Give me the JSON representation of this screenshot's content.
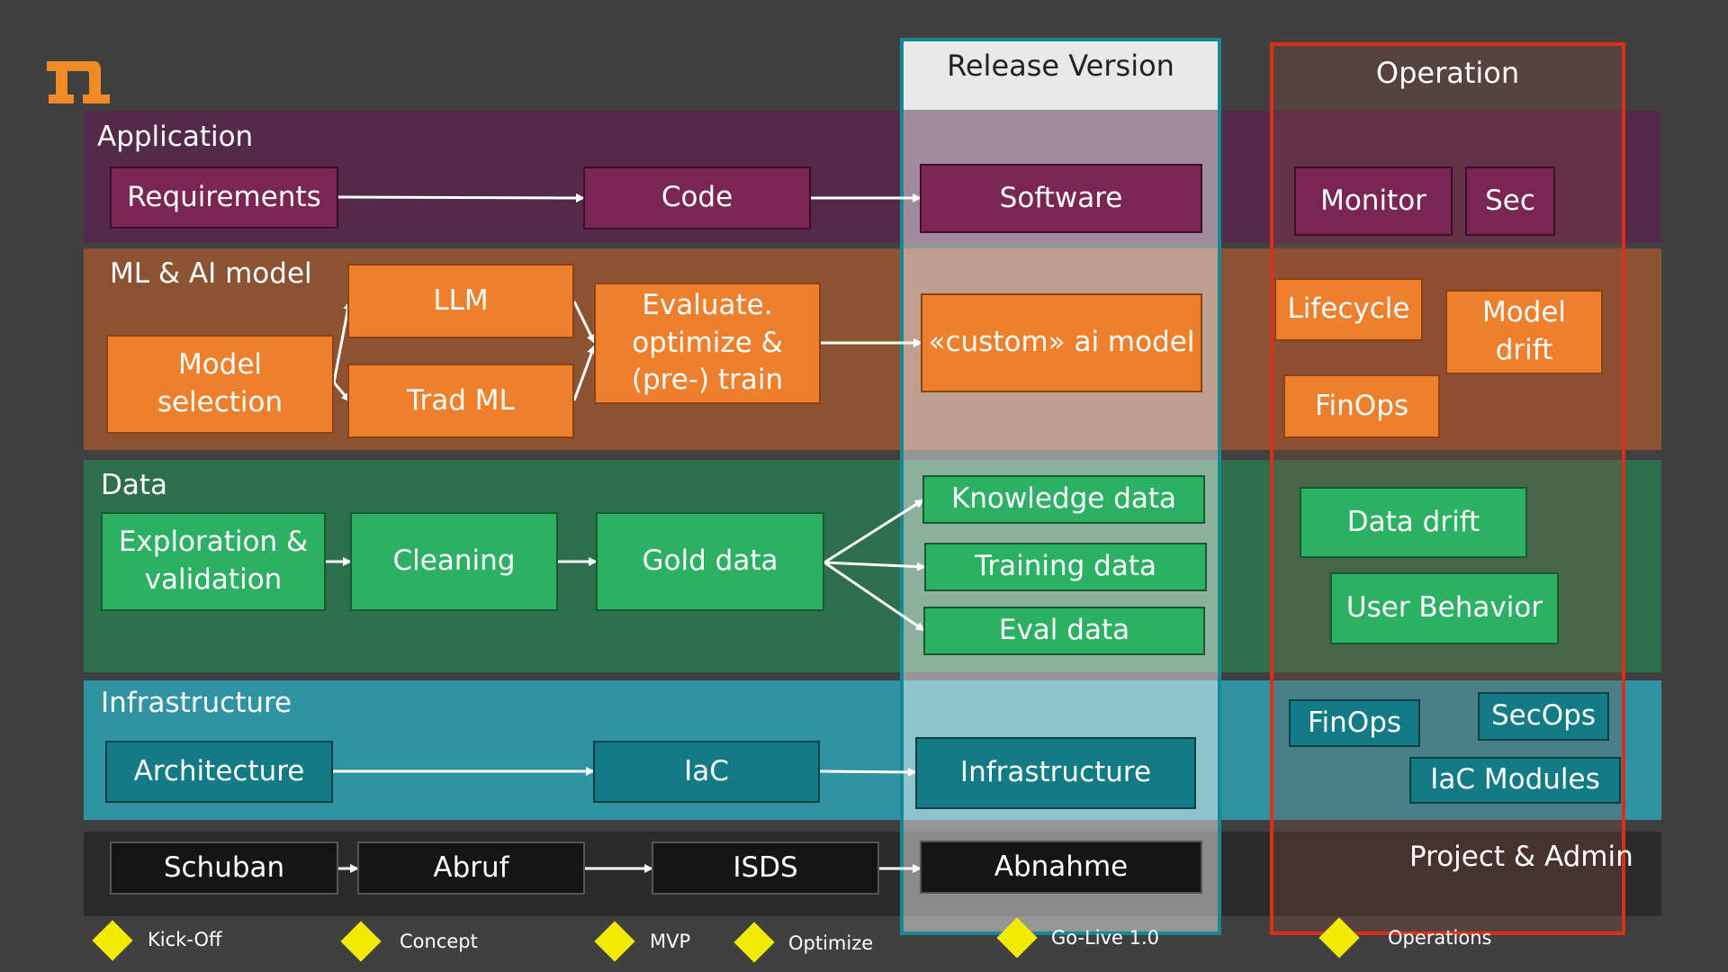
{
  "columns": {
    "release_version": "Release Version",
    "operation": "Operation"
  },
  "bands": {
    "application": {
      "title": "Application",
      "boxes": [
        "Requirements",
        "Code",
        "Software",
        "Monitor",
        "Sec"
      ]
    },
    "ml": {
      "title": "ML & AI model",
      "boxes": [
        "Model\nselection",
        "LLM",
        "Trad ML",
        "Evaluate.\noptimize &\n(pre-) train",
        "«custom» ai model",
        "Lifecycle",
        "Model\ndrift",
        "FinOps"
      ]
    },
    "data": {
      "title": "Data",
      "boxes": [
        "Exploration &\nvalidation",
        "Cleaning",
        "Gold data",
        "Knowledge data",
        "Training data",
        "Eval data",
        "Data drift",
        "User Behavior"
      ]
    },
    "infrastructure": {
      "title": "Infrastructure",
      "boxes": [
        "Architecture",
        "IaC",
        "Infrastructure",
        "FinOps",
        "SecOps",
        "IaC Modules"
      ]
    },
    "project_admin": {
      "title": "Project & Admin",
      "boxes": [
        "Schuban",
        "Abruf",
        "ISDS",
        "Abnahme"
      ]
    }
  },
  "milestones": [
    "Kick-Off",
    "Concept",
    "MVP",
    "Optimize",
    "Go-Live 1.0",
    "Operations"
  ],
  "colors": {
    "background": "#404040",
    "logo": "#f08a24",
    "application": "#7a2553",
    "ml": "#ee7f2d",
    "data": "#2cb063",
    "infrastructure": "#137b86",
    "project_admin": "#151515",
    "release_frame": "#138a96",
    "operation_frame": "#d9301c",
    "milestone": "#f2ea00"
  },
  "icons": {
    "logo": "n-logo-icon",
    "milestone": "diamond-icon"
  }
}
